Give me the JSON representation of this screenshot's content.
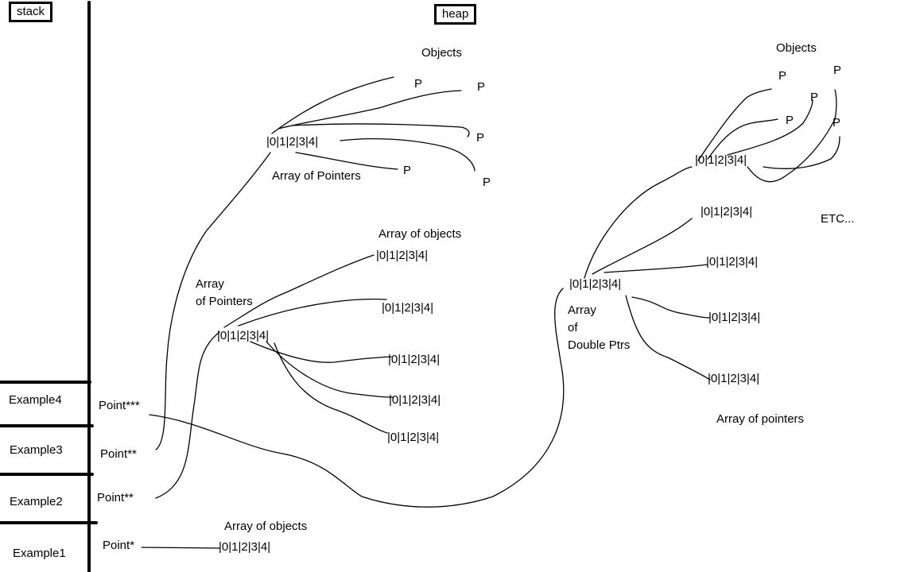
{
  "headers": {
    "stack": "stack",
    "heap": "heap"
  },
  "frames": {
    "example4": "Example4",
    "example3": "Example3",
    "example2": "Example2",
    "example1": "Example1"
  },
  "pointer_types": {
    "p3": "Point***",
    "p2a": "Point**",
    "p2b": "Point**",
    "p1": "Point*"
  },
  "array_text": "|0|1|2|3|4|",
  "p_label": "P",
  "labels": {
    "objects_left": "Objects",
    "objects_right": "Objects",
    "array_of_pointers_top": "Array of Pointers",
    "array_of_objects_mid": "Array of objects",
    "array_of_pointers_mid": "Array\nof Pointers",
    "array_of_double_ptrs": "Array\nof\nDouble Ptrs",
    "etc": "ETC...",
    "array_of_pointers_right": "Array of pointers",
    "array_of_objects_bottom": "Array of objects"
  },
  "colors": {
    "ink": "#000000",
    "background": "#ffffff"
  }
}
